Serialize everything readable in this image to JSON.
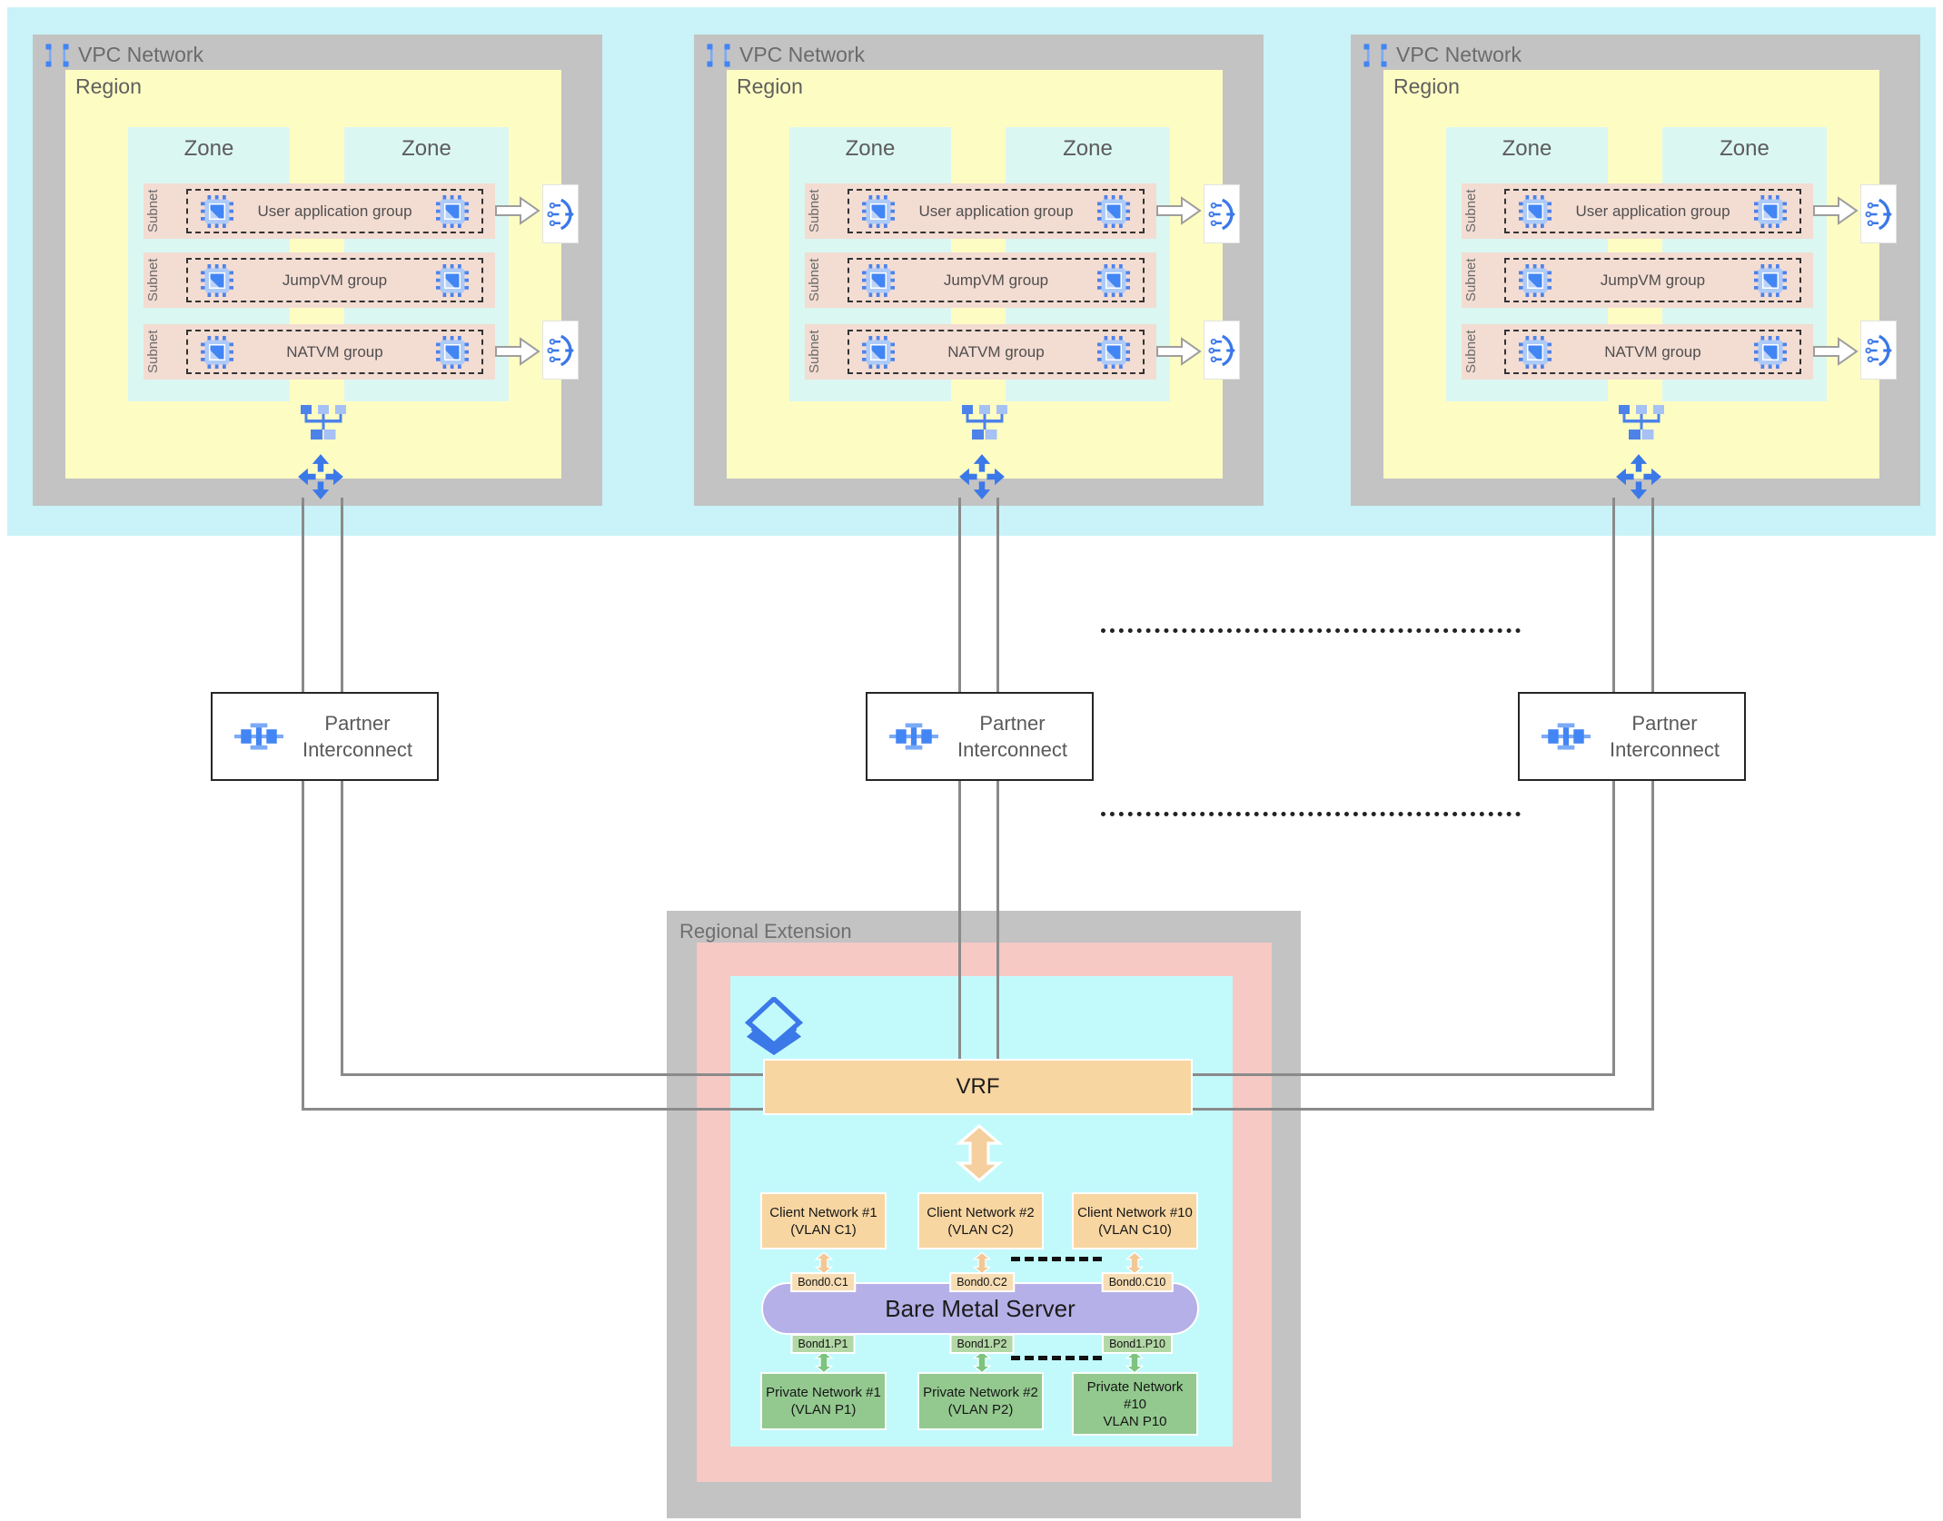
{
  "colors": {
    "band_cyan": "#c9f3f8",
    "zone_cyan": "#dbf7f2",
    "region_yellow": "#fdfdc3",
    "container_gray": "#c3c3c3",
    "subnet_pink": "#f3dcd2",
    "extension_pink": "#f6c9c5",
    "extension_cyan": "#c2fafc",
    "vrf_tan": "#f8d6a2",
    "server_purple": "#b6b0e8",
    "private_green": "#93c98f",
    "accent_blue": "#3b78e8",
    "connector_gray": "#8a8a8a"
  },
  "icons": {
    "vpc_network": "vpc-brackets-icon",
    "compute_vm": "compute-engine-chip-icon",
    "load_balancer": "load-balancer-icon",
    "network_switch": "network-icon",
    "routes": "four-way-arrows-icon",
    "partner_interconnect": "interconnect-icon",
    "vrf_stack": "diamond-stack-icon"
  },
  "vpc": [
    {
      "title": "VPC Network",
      "region": "Region",
      "zones": [
        "Zone",
        "Zone"
      ],
      "subnets": [
        {
          "label": "Subnet",
          "group": "User application group"
        },
        {
          "label": "Subnet",
          "group": "JumpVM group"
        },
        {
          "label": "Subnet",
          "group": "NATVM group"
        }
      ]
    },
    {
      "title": "VPC Network",
      "region": "Region",
      "zones": [
        "Zone",
        "Zone"
      ],
      "subnets": [
        {
          "label": "Subnet",
          "group": "User application group"
        },
        {
          "label": "Subnet",
          "group": "JumpVM group"
        },
        {
          "label": "Subnet",
          "group": "NATVM group"
        }
      ]
    },
    {
      "title": "VPC Network",
      "region": "Region",
      "zones": [
        "Zone",
        "Zone"
      ],
      "subnets": [
        {
          "label": "Subnet",
          "group": "User application group"
        },
        {
          "label": "Subnet",
          "group": "JumpVM group"
        },
        {
          "label": "Subnet",
          "group": "NATVM group"
        }
      ]
    }
  ],
  "interconnects": [
    {
      "label": "Partner Interconnect"
    },
    {
      "label": "Partner Interconnect"
    },
    {
      "label": "Partner Interconnect"
    }
  ],
  "ext": {
    "title": "Regional Extension",
    "vrf": "VRF",
    "server": "Bare Metal Server",
    "clients": [
      {
        "name": "Client Network #1",
        "vlan": "(VLAN C1)",
        "bond": "Bond0.C1"
      },
      {
        "name": "Client Network #2",
        "vlan": "(VLAN C2)",
        "bond": "Bond0.C2"
      },
      {
        "name": "Client Network #10",
        "vlan": "(VLAN C10)",
        "bond": "Bond0.C10"
      }
    ],
    "privates": [
      {
        "name": "Private Network #1",
        "vlan": "(VLAN P1)",
        "bond": "Bond1.P1"
      },
      {
        "name": "Private Network #2",
        "vlan": "(VLAN P2)",
        "bond": "Bond1.P2"
      },
      {
        "name": "Private Network\n#10",
        "vlan": "VLAN P10",
        "bond": "Bond1.P10"
      }
    ]
  }
}
